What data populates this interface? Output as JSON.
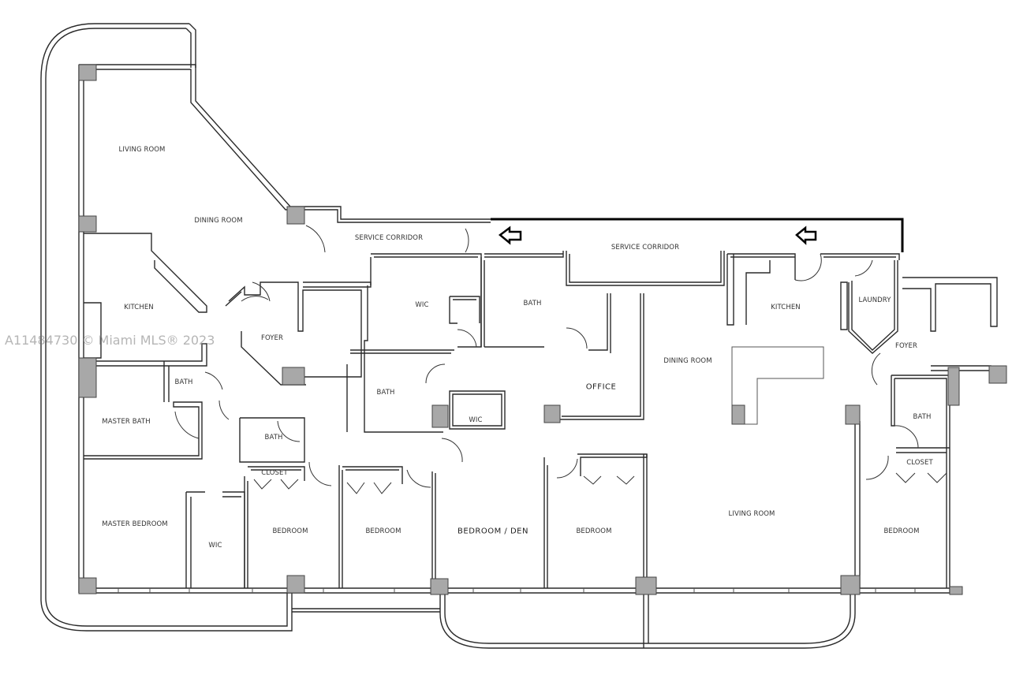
{
  "watermark": "A11484730 © Miami MLS® 2023",
  "rooms": {
    "living_room_west": "LIVING ROOM",
    "dining_room_west": "DINING ROOM",
    "kitchen_west": "KITCHEN",
    "service_corridor_west": "SERVICE CORRIDOR",
    "foyer_west": "FOYER",
    "wic_north": "WIC",
    "bath_north": "BATH",
    "bath_master_hall": "BATH",
    "master_bath": "MASTER BATH",
    "bath_center": "BATH",
    "bath_hall": "BATH",
    "wic_center": "WIC",
    "office": "OFFICE",
    "closet_west": "CLOSET",
    "master_bedroom": "MASTER BEDROOM",
    "wic_master": "WIC",
    "bedroom_1": "BEDROOM",
    "bedroom_2": "BEDROOM",
    "bedroom_den": "BEDROOM / DEN",
    "bedroom_3": "BEDROOM",
    "service_corridor_east": "SERVICE CORRIDOR",
    "kitchen_east": "KITCHEN",
    "laundry": "LAUNDRY",
    "foyer_east": "FOYER",
    "dining_room_east": "DINING ROOM",
    "living_room_east": "LIVING ROOM",
    "bath_east": "BATH",
    "closet_east": "CLOSET",
    "bedroom_east": "BEDROOM"
  },
  "icons": {
    "arrow_left_1": "arrow-left",
    "arrow_left_2": "arrow-left"
  },
  "colors": {
    "wall": "#2a2a2a",
    "column": "#a8a8a8",
    "background": "#ffffff"
  }
}
